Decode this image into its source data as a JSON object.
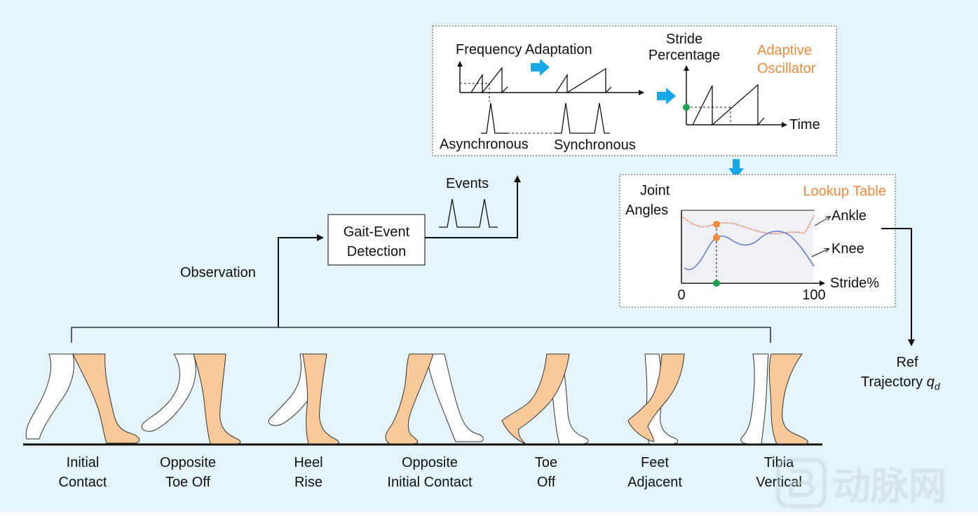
{
  "oscillator_box": {
    "title_line1": "Adaptive",
    "title_line2": "Oscillator",
    "freq_label": "Frequency Adaptation",
    "async_label": "Asynchronous",
    "sync_label": "Synchronous",
    "stride_line1": "Stride",
    "stride_line2": "Percentage",
    "time_label": "Time"
  },
  "lookup_box": {
    "title": "Lookup Table",
    "yaxis_line1": "Joint",
    "yaxis_line2": "Angles",
    "ankle_label": "Ankle",
    "knee_label": "Knee",
    "xaxis_label": "Stride%",
    "x_min": "0",
    "x_max": "100"
  },
  "detection": {
    "line1": "Gait-Event",
    "line2": "Detection",
    "events_label": "Events",
    "observation_label": "Observation"
  },
  "output": {
    "line1": "Ref",
    "line2": "Trajectory ",
    "symbol": "q",
    "subscript": "d"
  },
  "phases": [
    {
      "line1": "Initial",
      "line2": "Contact"
    },
    {
      "line1": "Opposite",
      "line2": "Toe Off"
    },
    {
      "line1": "Heel",
      "line2": "Rise"
    },
    {
      "line1": "Opposite",
      "line2": "Initial Contact"
    },
    {
      "line1": "Toe",
      "line2": "Off"
    },
    {
      "line1": "Feet",
      "line2": "Adjacent"
    },
    {
      "line1": "Tibia",
      "line2": "Vertical"
    }
  ],
  "watermark": "动脉网",
  "colors": {
    "background": "#e4f4f9",
    "accent_orange": "#f08a3c",
    "accent_blue": "#16a8e6",
    "leg_fill": "#f9c99a",
    "knee_curve": "#6c7fc8",
    "ankle_curve": "#e8704a",
    "green_dot": "#22a04a"
  }
}
